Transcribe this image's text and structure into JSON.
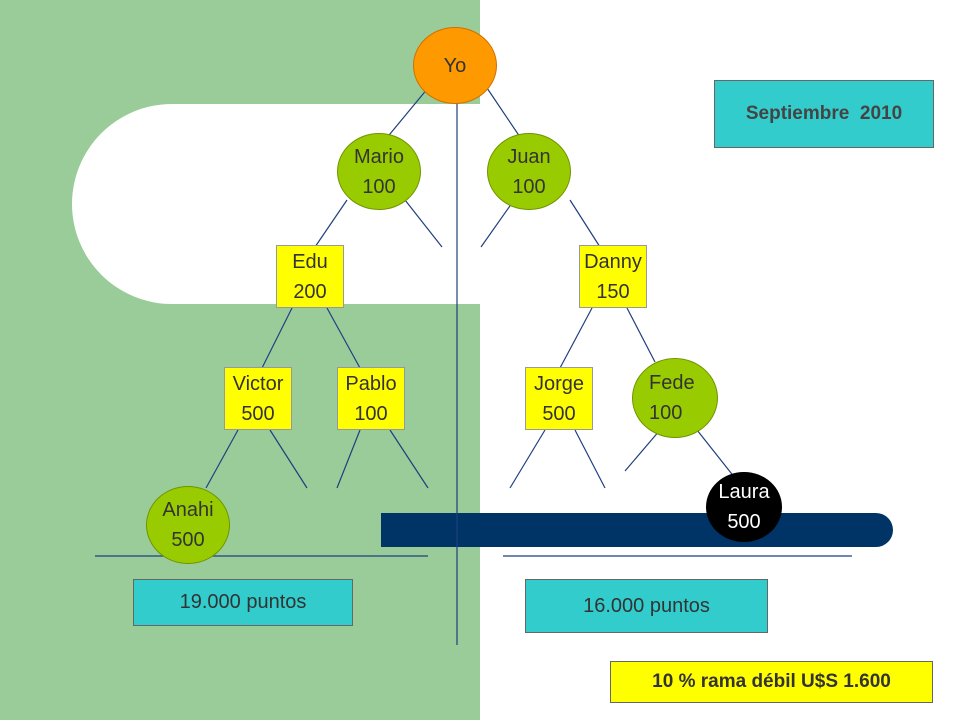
{
  "date_label": "Septiembre  2010",
  "nodes": {
    "yo": {
      "name": "Yo"
    },
    "mario": {
      "name": "Mario",
      "value": "100"
    },
    "juan": {
      "name": "Juan",
      "value": "100"
    },
    "edu": {
      "name": "Edu",
      "value": "200"
    },
    "danny": {
      "name": "Danny",
      "value": "150"
    },
    "victor": {
      "name": "Victor",
      "value": "500"
    },
    "pablo": {
      "name": "Pablo",
      "value": "100"
    },
    "jorge": {
      "name": "Jorge",
      "value": "500"
    },
    "fede": {
      "name": "Fede",
      "value": "100"
    },
    "anahi": {
      "name": "Anahi",
      "value": "500"
    },
    "laura": {
      "name": "Laura",
      "value": "500"
    }
  },
  "totals": {
    "left": "19.000 puntos",
    "right": "16.000 puntos"
  },
  "note": "10 % rama débil U$S 1.600",
  "colors": {
    "green_panel": "#99cc99",
    "circle_node": "#99cc00",
    "rect_node": "#ffff00",
    "root_node": "#ff9900",
    "highlight_node": "#000000",
    "teal_box": "#33cccc",
    "bar": "#003366",
    "lines": "#1f3f7f"
  }
}
